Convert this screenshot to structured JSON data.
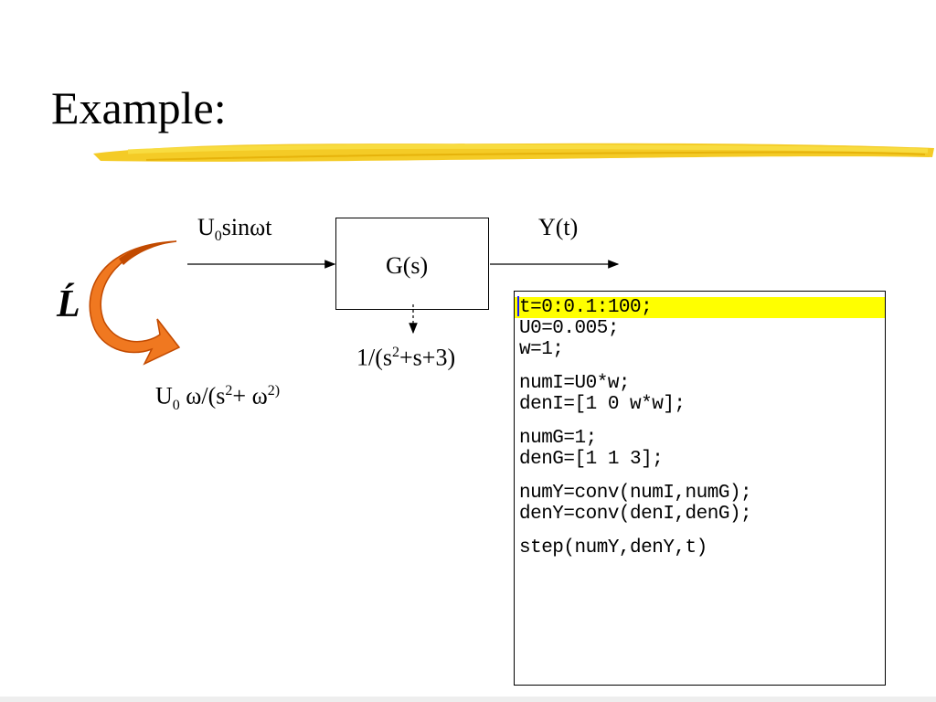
{
  "slide": {
    "title": "Example:"
  },
  "diagram": {
    "input": {
      "main": "U",
      "sub": "0",
      "rest": "sinωt"
    },
    "block": "G(s)",
    "output": "Y(t)",
    "block_expr": {
      "a": "1/(s",
      "sup": "2",
      "b": "+s+3)"
    },
    "laplace_symbol": "Ĺ",
    "laplace_result": {
      "a": "U",
      "sub": "0",
      "b": " ω/(s",
      "sup1": "2",
      "c": "+ ω",
      "sup2": "2)"
    }
  },
  "colors": {
    "arrow_fill": "#f07820",
    "arrow_dark": "#c24a00",
    "highlight": "#ffff00",
    "underline": "#f2c200"
  },
  "code": {
    "lines": [
      "t=0:0.1:100;",
      "U0=0.005;",
      "w=1;",
      "",
      "numI=U0*w;",
      "denI=[1 0 w*w];",
      "",
      "numG=1;",
      "denG=[1 1 3];",
      "",
      "numY=conv(numI,numG);",
      "denY=conv(denI,denG);",
      "",
      "step(numY,denY,t)"
    ]
  }
}
